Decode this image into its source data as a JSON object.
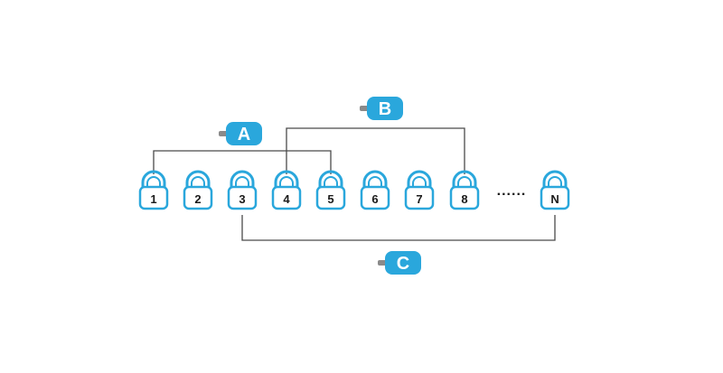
{
  "colors": {
    "accent": "#2aa7dc",
    "connector": "#4a4a4a",
    "key_stem": "#8a8a8a"
  },
  "locks": [
    {
      "label": "1",
      "icon": "padlock-icon"
    },
    {
      "label": "2",
      "icon": "padlock-icon"
    },
    {
      "label": "3",
      "icon": "padlock-icon"
    },
    {
      "label": "4",
      "icon": "padlock-icon"
    },
    {
      "label": "5",
      "icon": "padlock-icon"
    },
    {
      "label": "6",
      "icon": "padlock-icon"
    },
    {
      "label": "7",
      "icon": "padlock-icon"
    },
    {
      "label": "8",
      "icon": "padlock-icon"
    },
    {
      "label": "N",
      "icon": "padlock-icon"
    }
  ],
  "ellipsis": "......",
  "keys": [
    {
      "label": "A",
      "icon": "key-icon",
      "opens": [
        "1",
        "5"
      ]
    },
    {
      "label": "B",
      "icon": "key-icon",
      "opens": [
        "4",
        "8"
      ]
    },
    {
      "label": "C",
      "icon": "key-icon",
      "opens": [
        "3",
        "N"
      ]
    }
  ]
}
